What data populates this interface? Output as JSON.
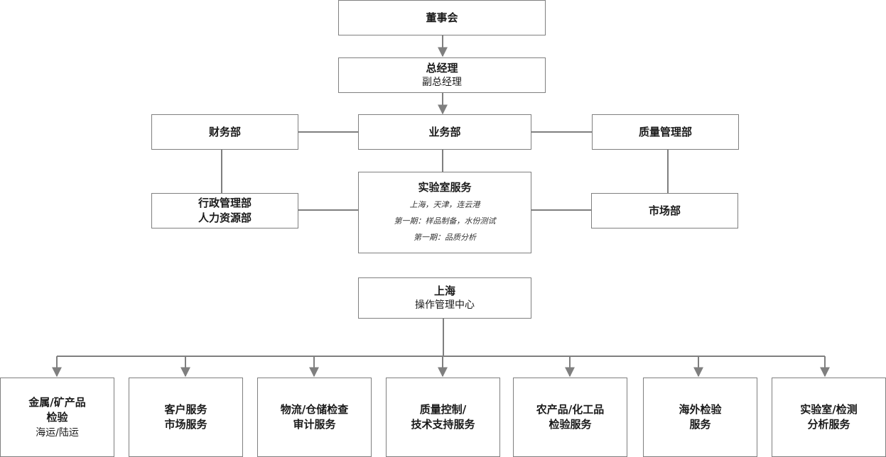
{
  "board": "董事会",
  "gm": {
    "title": "总经理",
    "sub": "副总经理"
  },
  "finance": "财务部",
  "business": "业务部",
  "quality": "质量管理部",
  "admin": {
    "line1": "行政管理部",
    "line2": "人力资源部"
  },
  "lab": {
    "title": "实验室服务",
    "details": [
      "上海，天津，连云港",
      "第一期：样品制备，水份测试",
      "第一期：品质分析"
    ]
  },
  "market": "市场部",
  "ops": {
    "title": "上海",
    "sub": "操作管理中心"
  },
  "services": [
    {
      "line1": "金属/矿产品",
      "line2": "检验",
      "sub": "海运/陆运"
    },
    {
      "line1": "客户服务",
      "line2": "市场服务"
    },
    {
      "line1": "物流/仓储检查",
      "line2": "审计服务"
    },
    {
      "line1": "质量控制/",
      "line2": "技术支持服务"
    },
    {
      "line1": "农产品/化工品",
      "line2": "检验服务"
    },
    {
      "line1": "海外检验",
      "line2": "服务"
    },
    {
      "line1": "实验室/检测",
      "line2": "分析服务"
    }
  ],
  "colors": {
    "line": "#7f7f7f",
    "border": "#7f7f7f"
  }
}
